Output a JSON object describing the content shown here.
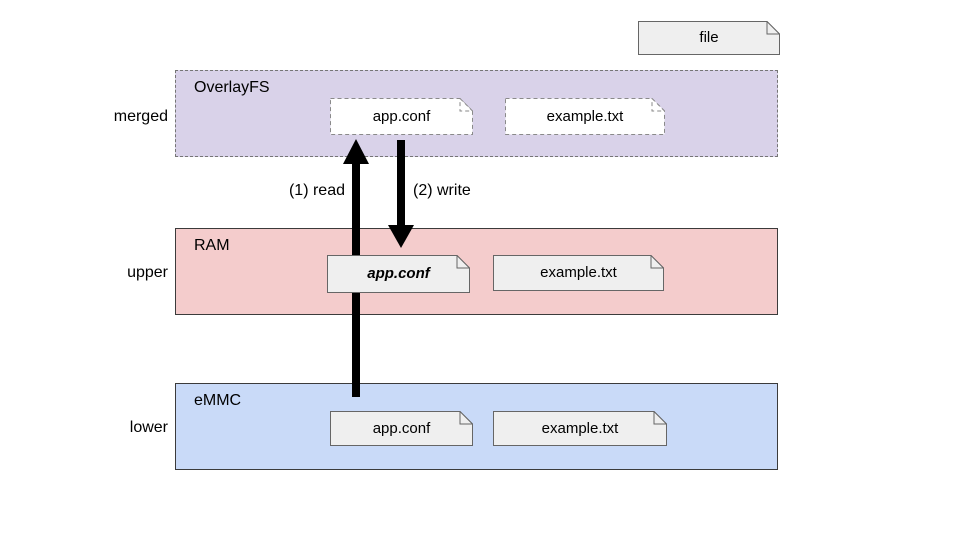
{
  "diagram": {
    "description": "OverlayFS layered filesystem diagram",
    "legend": {
      "label": "file"
    },
    "rows": [
      {
        "id": "merged",
        "row_label": "merged",
        "layer_label": "OverlayFS",
        "files": [
          {
            "label": "app.conf"
          },
          {
            "label": "example.txt"
          }
        ]
      },
      {
        "id": "upper",
        "row_label": "upper",
        "layer_label": "RAM",
        "files": [
          {
            "label": "app.conf",
            "emphasis": true
          },
          {
            "label": "example.txt"
          }
        ]
      },
      {
        "id": "lower",
        "row_label": "lower",
        "layer_label": "eMMC",
        "files": [
          {
            "label": "app.conf"
          },
          {
            "label": "example.txt"
          }
        ]
      }
    ],
    "arrows": [
      {
        "label": "(1) read",
        "direction": "up",
        "from": "lower app.conf",
        "to": "merged app.conf"
      },
      {
        "label": "(2) write",
        "direction": "down",
        "from": "merged app.conf",
        "to": "upper app.conf"
      }
    ],
    "colors": {
      "merged_fill": "#d9d2e9",
      "upper_fill": "#f4cccc",
      "lower_fill": "#c9daf8",
      "file_box_fill": "#efefef",
      "merged_file_fill": "#ffffff",
      "arrow": "#000000",
      "layer_border": "#3b3b3b",
      "file_border": "#666666",
      "dashed_border": "#757575"
    }
  }
}
